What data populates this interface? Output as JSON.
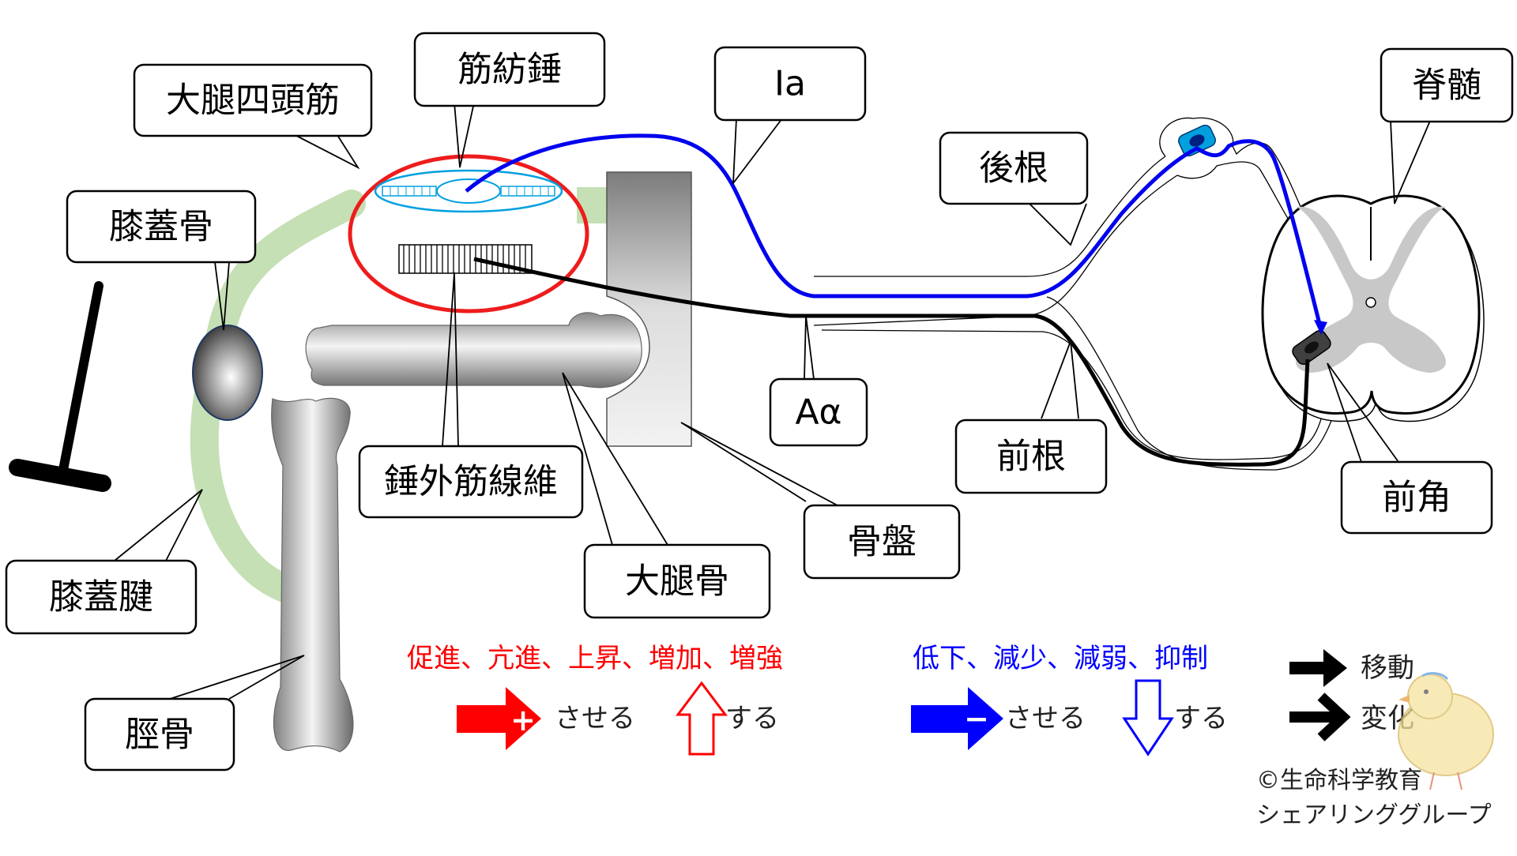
{
  "labels": {
    "quadriceps": "大腿四頭筋",
    "muscle_spindle": "筋紡錘",
    "ia_fiber": "Ia",
    "spinal_cord": "脊髄",
    "patella": "膝蓋骨",
    "dorsal_root": "後根",
    "extrafusal_fiber": "錘外筋線維",
    "a_alpha_fiber": "Aα",
    "ventral_root": "前根",
    "anterior_horn": "前角",
    "pelvis": "骨盤",
    "femur": "大腿骨",
    "patellar_tendon": "膝蓋腱",
    "tibia": "脛骨"
  },
  "legend": {
    "increase_words": "促進、亢進、上昇、増加、増強",
    "decrease_words": "低下、減少、減弱、抑制",
    "plus_symbol": "+",
    "minus_symbol": "−",
    "cause_label": "させる",
    "do_label": "する",
    "move_label": "移動",
    "change_label": "変化",
    "increase_color": "#ff0000",
    "decrease_color": "#0000ff"
  },
  "credit": {
    "line1": "©生命科学教育",
    "line2": "シェアリンググループ"
  },
  "colors": {
    "ia_fiber": "#0000ee",
    "a_alpha_fiber": "#000000",
    "muscle_outline": "#ee1c1c",
    "tendon": "#c5e0b4",
    "gray_matter": "#c8c8c8"
  }
}
